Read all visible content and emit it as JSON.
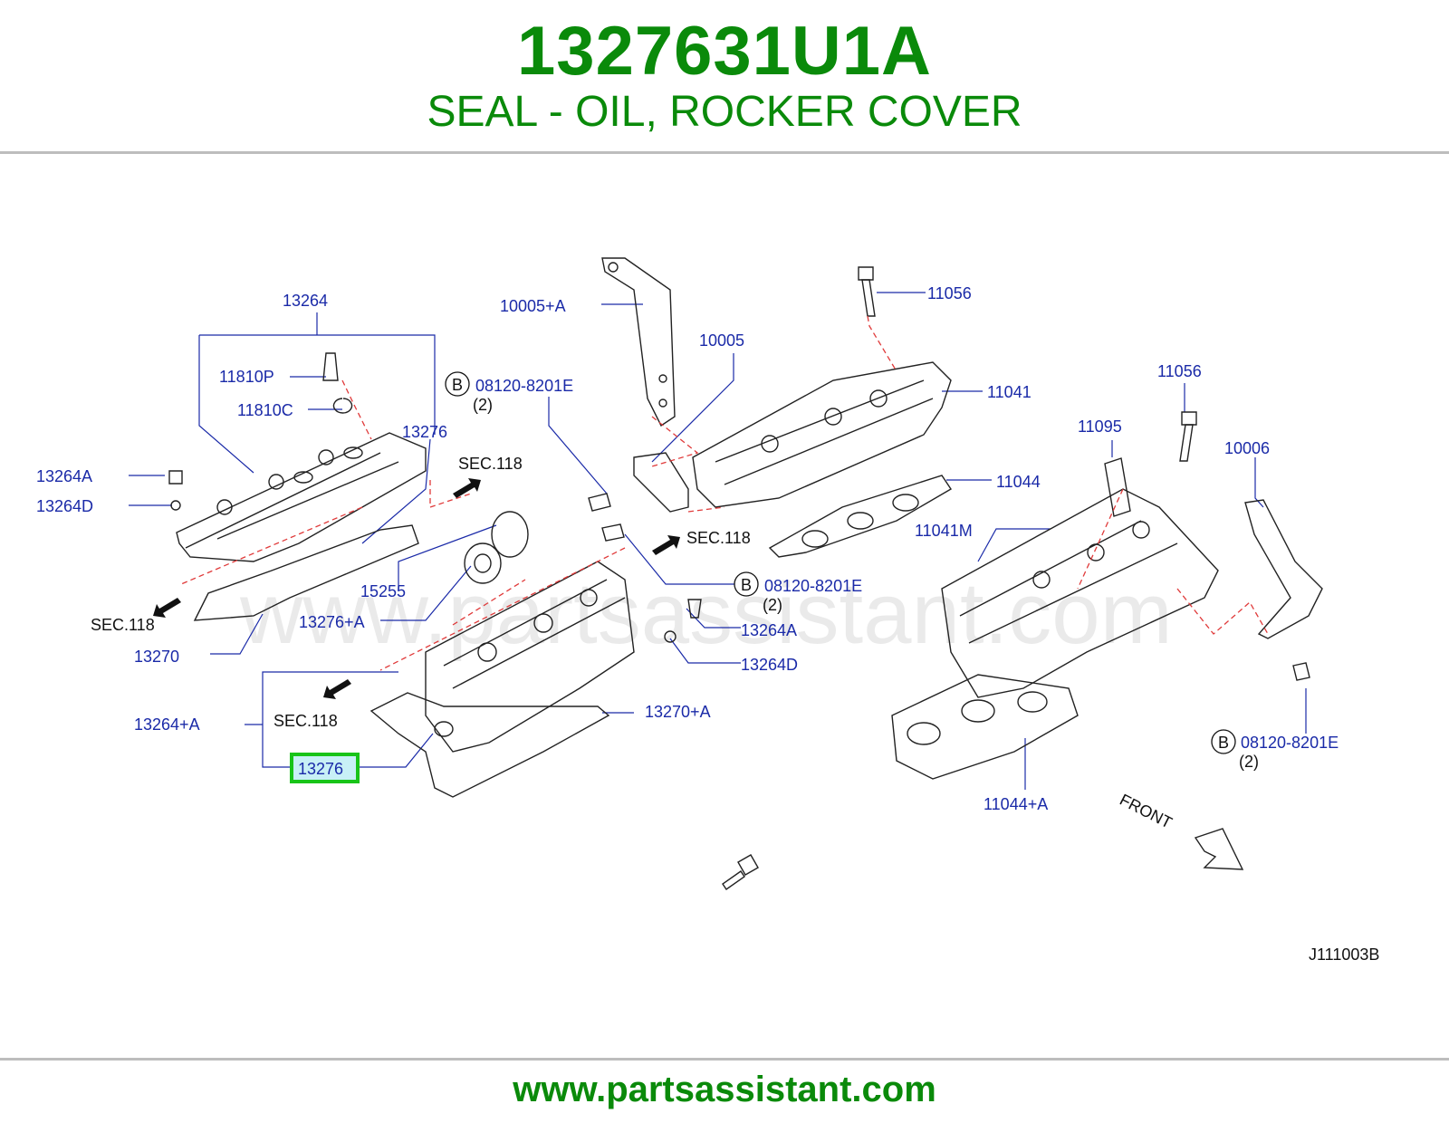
{
  "header": {
    "part_number": "1327631U1A",
    "description": "SEAL - OIL, ROCKER COVER"
  },
  "diagram": {
    "watermark": "www.partsassistant.com",
    "diagram_code": "J111003B",
    "front_label": "FRONT",
    "bolt_marker": "B",
    "highlight_color": "#18c418",
    "callouts": {
      "c13264": "13264",
      "c11810P": "11810P",
      "c11810C": "11810C",
      "c13276_top": "13276",
      "c13264A_left": "13264A",
      "c13264D_left": "13264D",
      "c15255": "15255",
      "c13276A": "13276+A",
      "c13270": "13270",
      "c13264plusA": "13264+A",
      "c13276_hl": "13276",
      "c10005A": "10005+A",
      "c10005": "10005",
      "c08120_1": "08120-8201E",
      "qty_1": "(2)",
      "c08120_2": "08120-8201E",
      "qty_2": "(2)",
      "c13264A_mid": "13264A",
      "c13264D_mid": "13264D",
      "c13270A": "13270+A",
      "c11056_top": "11056",
      "c11041": "11041",
      "c11044": "11044",
      "c11041M": "11041M",
      "c11095": "11095",
      "c11056_right": "11056",
      "c10006": "10006",
      "c08120_3": "08120-8201E",
      "qty_3": "(2)",
      "c11044A": "11044+A"
    },
    "sec_labels": {
      "s1": "SEC.118",
      "s2": "SEC.118",
      "s3": "SEC.118",
      "s4": "SEC.118"
    }
  },
  "footer": {
    "url": "www.partsassistant.com"
  }
}
